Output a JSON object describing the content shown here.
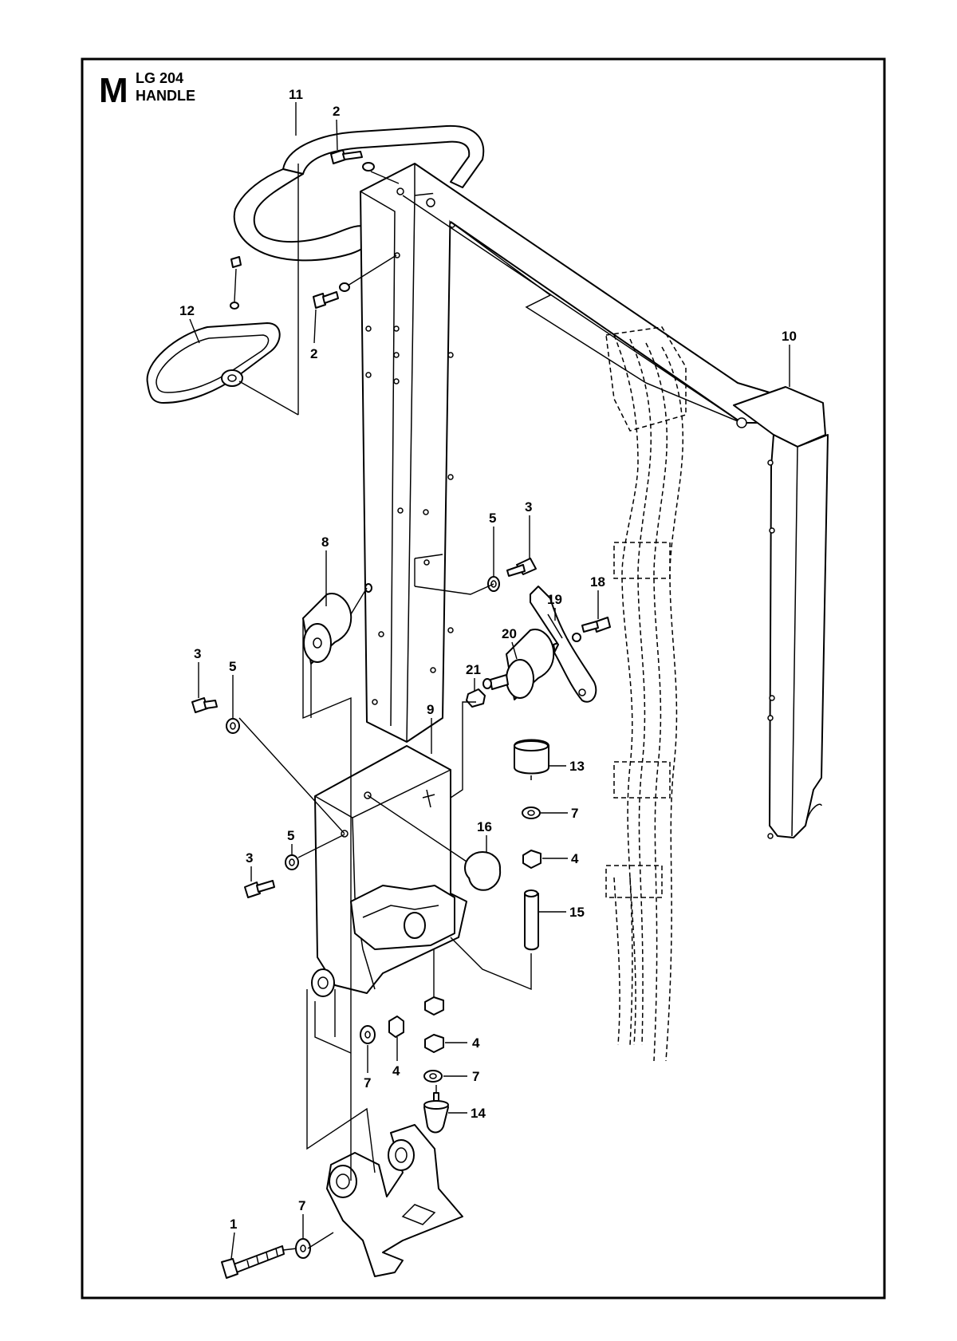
{
  "header": {
    "section_letter": "M",
    "model": "LG 204",
    "assembly": "HANDLE"
  },
  "callouts": {
    "c1": "1",
    "c2a": "2",
    "c2b": "2",
    "c3a": "3",
    "c3b": "3",
    "c3c": "3",
    "c4a": "4",
    "c4b": "4",
    "c4c": "4",
    "c5a": "5",
    "c5b": "5",
    "c5c": "5",
    "c7a": "7",
    "c7b": "7",
    "c7c": "7",
    "c7d": "7",
    "c8": "8",
    "c9": "9",
    "c10": "10",
    "c11": "11",
    "c12": "12",
    "c13": "13",
    "c14": "14",
    "c15": "15",
    "c16": "16",
    "c18": "18",
    "c19": "19",
    "c20": "20",
    "c21": "21"
  }
}
